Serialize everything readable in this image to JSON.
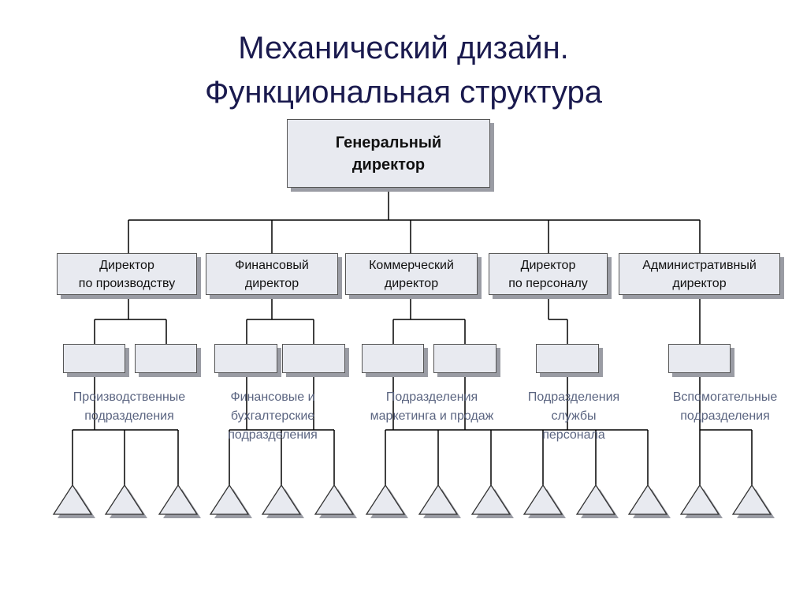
{
  "title": {
    "line1": "Механический дизайн.",
    "line2": "Функциональная структура"
  },
  "general_director": {
    "label": "Генеральный\nдиректор"
  },
  "directors": [
    {
      "label": "Директор\nпо производству"
    },
    {
      "label": "Финансовый\nдиректор"
    },
    {
      "label": "Коммерческий\nдиректор"
    },
    {
      "label": "Директор\nпо персоналу"
    },
    {
      "label": "Административный\nдиректор"
    }
  ],
  "division_labels": [
    {
      "text": "Производственные\nподразделения"
    },
    {
      "text": "Финансовые и\nбухгалтерские\nподразделения"
    },
    {
      "text": "Подразделения\nмаркетинга и продаж"
    },
    {
      "text": "Подразделения\nслужбы\nперсонала"
    },
    {
      "text": "Вспомогательные\nподразделения"
    }
  ],
  "colors": {
    "title": "#1a1a4e",
    "box_fill": "#e8eaf0",
    "box_shadow": "#9a9ca4",
    "label_text": "#5a6480",
    "lines": "#000000"
  }
}
